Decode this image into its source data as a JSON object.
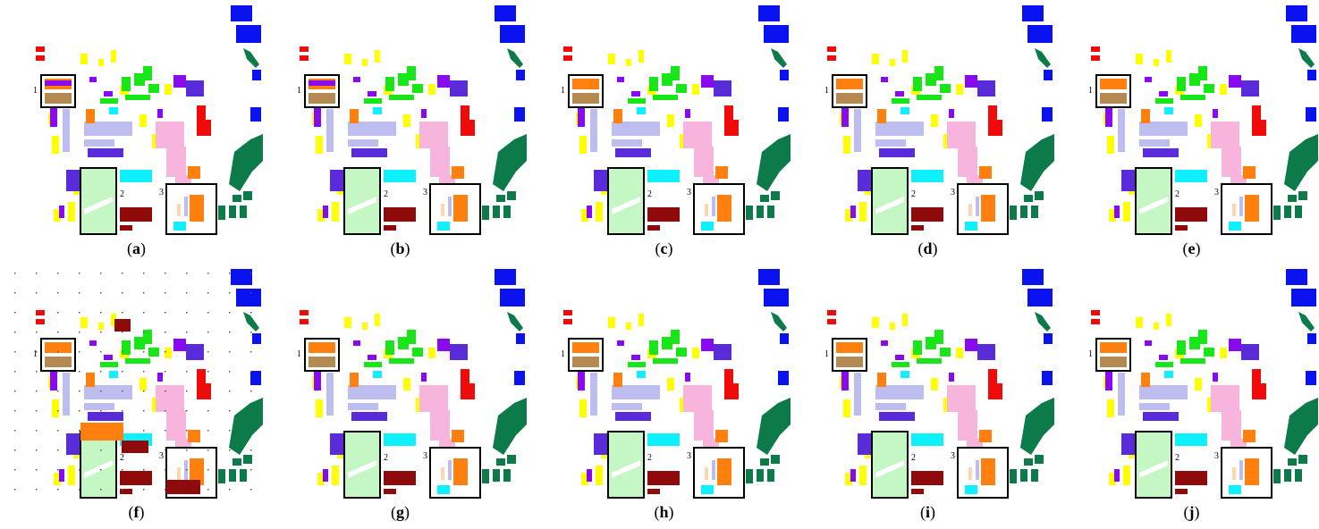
{
  "panels": [
    {
      "label": "a"
    },
    {
      "label": "b"
    },
    {
      "label": "c"
    },
    {
      "label": "d"
    },
    {
      "label": "e"
    },
    {
      "label": "f"
    },
    {
      "label": "g"
    },
    {
      "label": "h"
    },
    {
      "label": "i"
    },
    {
      "label": "j"
    }
  ],
  "box_numbers": [
    "1",
    "2",
    "3"
  ],
  "colors": {
    "blue": "#0a12f0",
    "red": "#f00a0a",
    "dark_green": "#0d7a4a",
    "yellow": "#ffff00",
    "purple": "#8a0af0",
    "green": "#19e619",
    "orange": "#ff7f0f",
    "tan": "#b58a52",
    "lavender": "#bdbdf0",
    "pink": "#f7b4dc",
    "cyan": "#0ff0ff",
    "dark_red": "#8f0a0a",
    "light_green": "#c4f7c4",
    "indigo": "#5a2bd9",
    "peach": "#ffd4b0"
  }
}
